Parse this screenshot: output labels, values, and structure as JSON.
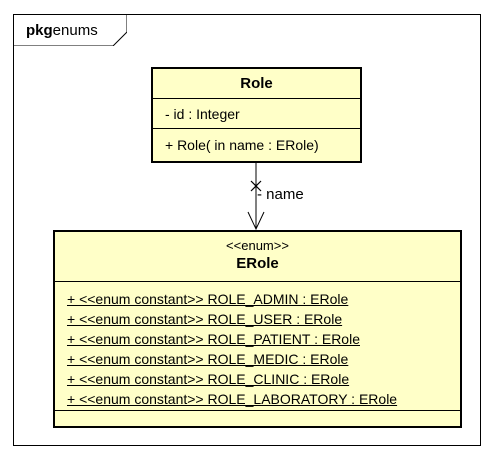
{
  "package": {
    "keyword": "pkg",
    "name": "enums"
  },
  "classes": {
    "role": {
      "name": "Role",
      "attributes": [
        "- id : Integer"
      ],
      "operations": [
        "+ Role( in  name : ERole)"
      ]
    },
    "erole": {
      "stereotype": "<<enum>>",
      "name": "ERole",
      "literals": [
        "+ <<enum constant>> ROLE_ADMIN : ERole",
        "+ <<enum constant>> ROLE_USER : ERole",
        "+ <<enum constant>> ROLE_PATIENT : ERole",
        "+ <<enum constant>> ROLE_MEDIC : ERole",
        "+ <<enum constant>> ROLE_CLINIC : ERole",
        "+ <<enum constant>> ROLE_LABORATORY : ERole"
      ]
    }
  },
  "association": {
    "label": "- name"
  },
  "colors": {
    "class_fill": "#ffffc8",
    "line": "#000000"
  }
}
